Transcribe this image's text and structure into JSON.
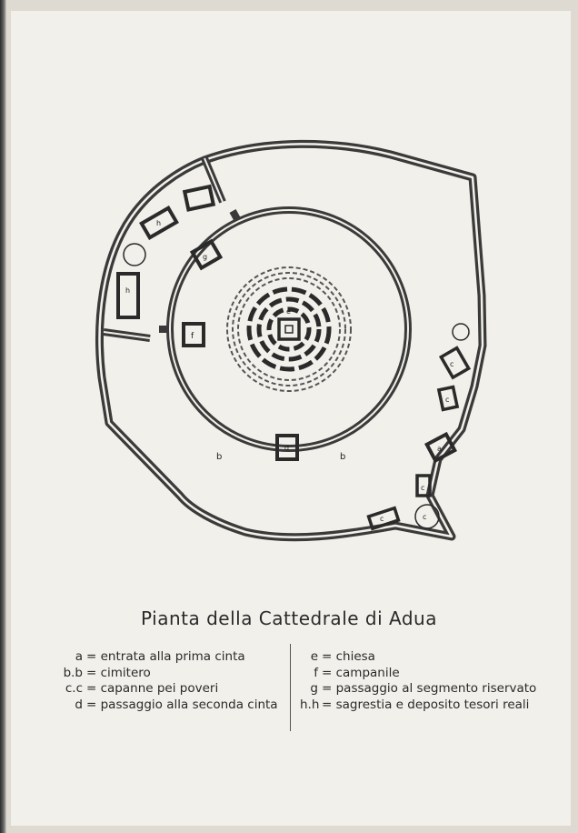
{
  "diagram": {
    "title": "Pianta della Cattedrale di Adua",
    "plan_labels": {
      "a": "a",
      "b1": "b",
      "b2": "b",
      "c1": "c",
      "c2": "c",
      "c3": "c",
      "c4": "c",
      "c5": "c",
      "d": "d",
      "e": "e",
      "f": "f",
      "g": "g",
      "h1": "h",
      "h2": "h"
    },
    "legend_left": [
      {
        "key": "a",
        "sep": "=",
        "text": "entrata alla prima cinta"
      },
      {
        "key": "b.b",
        "sep": "=",
        "text": "cimitero"
      },
      {
        "key": "c.c",
        "sep": "=",
        "text": "capanne pei poveri"
      },
      {
        "key": "d",
        "sep": "=",
        "text": "passaggio alla seconda cinta"
      }
    ],
    "legend_right": [
      {
        "key": "e",
        "sep": "=",
        "text": "chiesa"
      },
      {
        "key": "f",
        "sep": "=",
        "text": "campanile"
      },
      {
        "key": "g",
        "sep": "=",
        "text": "passaggio al segmento riservato"
      },
      {
        "key": "h.h",
        "sep": "=",
        "text": "sagrestia e deposito tesori reali"
      }
    ],
    "colors": {
      "wall": "#3a3a3a",
      "ink": "#222222",
      "paper": "#f2f0ea"
    }
  }
}
